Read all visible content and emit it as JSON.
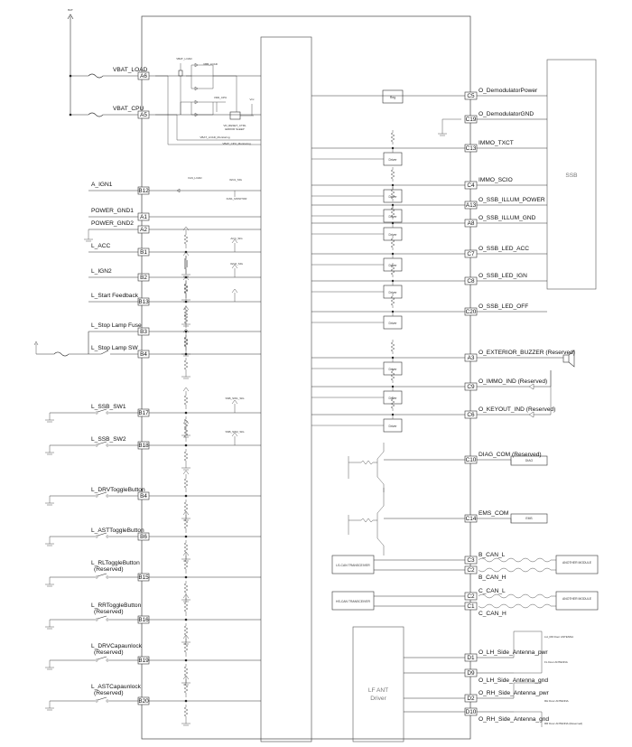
{
  "power_source": {
    "label": "BAT"
  },
  "left_pins": [
    {
      "id": "bat-load",
      "label": "VBAT_LOAD",
      "pin": "A6"
    },
    {
      "id": "bat-cpu",
      "label": "VBAT_CPU",
      "pin": "A5"
    },
    {
      "id": "a-ign1",
      "label": "A_IGN1",
      "pin": "B12"
    },
    {
      "id": "power-gnd1",
      "label": "POWER_GND1",
      "pin": "A1"
    },
    {
      "id": "power-gnd2",
      "label": "POWER_GND2",
      "pin": "A2"
    },
    {
      "id": "l-acc",
      "label": "L_ACC",
      "pin": "B1"
    },
    {
      "id": "l-ign2",
      "label": "L_IGN2",
      "pin": "B2"
    },
    {
      "id": "l-start-feedback",
      "label": "L_Start Feedback",
      "pin": "B13"
    },
    {
      "id": "l-stop-lamp-fuse",
      "label": "L_Stop Lamp Fuse",
      "pin": "B3"
    },
    {
      "id": "l-stop-lamp-sw",
      "label": "L_Stop Lamp SW",
      "pin": "B4"
    },
    {
      "id": "l-ssb-sw1",
      "label": "L_SSB_SW1",
      "pin": "B17"
    },
    {
      "id": "l-ssb-sw2",
      "label": "L_SSB_SW2",
      "pin": "B18"
    },
    {
      "id": "l-drv-toggle",
      "label": "L_DRVToggleButton",
      "pin": "B4"
    },
    {
      "id": "l-ast-toggle",
      "label": "L_ASTToggleButton",
      "pin": "B6"
    },
    {
      "id": "l-rl-toggle",
      "label": "L_RLToggleButton",
      "label2": "(Reserved)",
      "pin": "B15"
    },
    {
      "id": "l-rr-toggle",
      "label": "L_RRToggleButton",
      "label2": "(Reserved)",
      "pin": "B16"
    },
    {
      "id": "l-drv-capaunlock",
      "label": "L_DRVCapaunlock",
      "label2": "(Reserved)",
      "pin": "B19"
    },
    {
      "id": "l-ast-capaunlock",
      "label": "L_ASTCapaunlock",
      "label2": "(Reserved)",
      "pin": "B20"
    }
  ],
  "right_pins": [
    {
      "id": "o-demod-power",
      "label": "O_DemodulatorPower",
      "pin": "C5"
    },
    {
      "id": "o-demod-gnd",
      "label": "O_DemodulatorGND",
      "pin": "C19"
    },
    {
      "id": "immo-txct",
      "label": "IMMO_TXCT",
      "pin": "C13"
    },
    {
      "id": "immo-scio",
      "label": "IMMO_SCIO",
      "pin": "C4"
    },
    {
      "id": "o-ssb-illum-power",
      "label": "O_SSB_ILLUM_POWER",
      "pin": "A13"
    },
    {
      "id": "o-ssb-illum-gnd",
      "label": "O_SSB_ILLUM_GND",
      "pin": "A8"
    },
    {
      "id": "o-ssb-led-acc",
      "label": "O_SSB_LED_ACC",
      "pin": "C7"
    },
    {
      "id": "o-ssb-led-ign",
      "label": "O_SSB_LED_IGN",
      "pin": "C8"
    },
    {
      "id": "o-ssb-led-off",
      "label": "O_SSB_LED_OFF",
      "pin": "C20"
    },
    {
      "id": "o-ext-buzzer",
      "label": "O_EXTERIOR_BUZZER (Reserved)",
      "pin": "A3"
    },
    {
      "id": "o-immo-ind",
      "label": "O_IMMO_IND (Reserved)",
      "pin": "C9"
    },
    {
      "id": "o-keyout-ind",
      "label": "O_KEYOUT_IND (Reserved)",
      "pin": "C6"
    },
    {
      "id": "diag-com",
      "label": "DIAG_COM (Reserved)",
      "pin": "C10"
    },
    {
      "id": "ems-com",
      "label": "EMS_COM",
      "pin": "C14"
    },
    {
      "id": "b-can-l",
      "label": "B_CAN_L",
      "pin": "C3"
    },
    {
      "id": "b-can-h",
      "label": "B_CAN_H",
      "pin": "C2"
    },
    {
      "id": "c-can-l",
      "label": "C_CAN_L",
      "pin": "C2"
    },
    {
      "id": "c-can-h",
      "label": "C_CAN_H",
      "pin": "C1"
    },
    {
      "id": "o-lh-side-pwr",
      "label": "O_LH_Side_Antenna_pwr",
      "pin": "D1"
    },
    {
      "id": "o-lh-side-gnd",
      "label": "O_LH_Side_Antenna_gnd",
      "pin": "D9"
    },
    {
      "id": "o-rh-side-pwr",
      "label": "O_RH_Side_Antenna_pwr",
      "pin": "D2"
    },
    {
      "id": "o-rh-side-gnd",
      "label": "O_RH_Side_Antenna_gnd",
      "pin": "D10"
    }
  ],
  "blocks": {
    "ssb": "SSB",
    "lf_ant_driver": [
      "LF  ANT",
      "Driver"
    ],
    "regulator": "Reg",
    "driver": "Driver",
    "ls_can": "LS-CAN TRANSCEIVER",
    "hs_can": "HS-CAN TRANSCEIVER",
    "diag_box": "DIAG",
    "ems_box": "EMS",
    "another_module": "ANOTHER MODULE"
  },
  "internal_labels": {
    "vbat_load": "VBAT_LOAD",
    "vbb_load": "VBB_LOAD",
    "vdd_cpu": "VDD_CPU",
    "vcc": "Vcc",
    "vd_reset": "VD_RESET_CTRL",
    "error_sleep": "ERROR SLEEP",
    "vbat_load_mon": "VBAT_LOAD_Monitoring",
    "vbat_cpu_mon": "VBAT_CPU_Monitoring",
    "ign1_load": "IGN_LOAD",
    "ign1_sig": "IGN1_SIG",
    "ign1_mon": "IGN1_MONITOR",
    "acc_sig": "ACC_SIG",
    "ign2_sig": "IGN2_SIG",
    "ssb_sw1": "SSB_SW1_SIG",
    "ssb_sw2": "SSB_SW2_SIG",
    "ant_lh_rr": "LH_RR Door ANTENNA",
    "ant_fl": "FL Door ANTENNA",
    "ant_rh": "RH Door ANTENNA",
    "ant_rr": "RR Door ANTENNA (Reserved)"
  }
}
